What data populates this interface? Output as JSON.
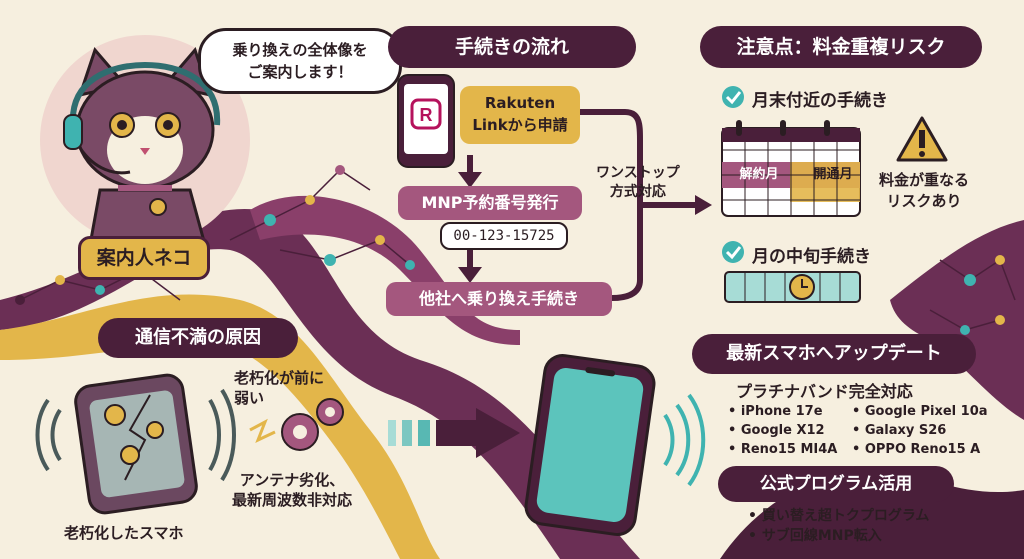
{
  "speech_bubble": {
    "line1": "乗り換えの全体像を",
    "line2": "ご案内します！"
  },
  "mascot": {
    "name_label": "案内人ネコ"
  },
  "procedure": {
    "heading": "手続きの流れ",
    "step1_line1": "Rakuten",
    "step1_line2": "Linkから申請",
    "step2": "MNP予約番号発行",
    "mnp_number": "00-123-15725",
    "step3": "他社へ乗り換え手続き",
    "onestop_line1": "ワンストップ",
    "onestop_line2": "方式対応"
  },
  "caution": {
    "heading": "注意点：料金重複リスク",
    "end_of_month": "月末付近の手続き",
    "cancel_month": "解約月",
    "open_month": "開通月",
    "warning_line1": "料金が重なる",
    "warning_line2": "リスクあり",
    "mid_month": "月の中旬手続き"
  },
  "causes": {
    "heading": "通信不満の原因",
    "reason1_line1": "老朽化が前に",
    "reason1_line2": "弱い",
    "reason2_line1": "アンテナ劣化、",
    "reason2_line2": "最新周波数非対応",
    "phone_caption": "老朽化したスマホ"
  },
  "upgrade": {
    "heading": "最新スマホへアップデート",
    "platinum": "プラチナバンド完全対応",
    "models_left": [
      "iPhone 17e",
      "Google X12",
      "Reno15 MI4A"
    ],
    "models_right": [
      "Google Pixel 10a",
      "Galaxy S26",
      "OPPO Reno15 A"
    ]
  },
  "program": {
    "heading": "公式プログラム活用",
    "items": [
      "買い替え超トクプログラム",
      "サブ回線MNP転入"
    ]
  },
  "colors": {
    "purple": "#4a1f3a",
    "mauve": "#a4577e",
    "gold": "#e3b64a",
    "teal": "#3fb3b0",
    "cream": "#f6efdf"
  }
}
